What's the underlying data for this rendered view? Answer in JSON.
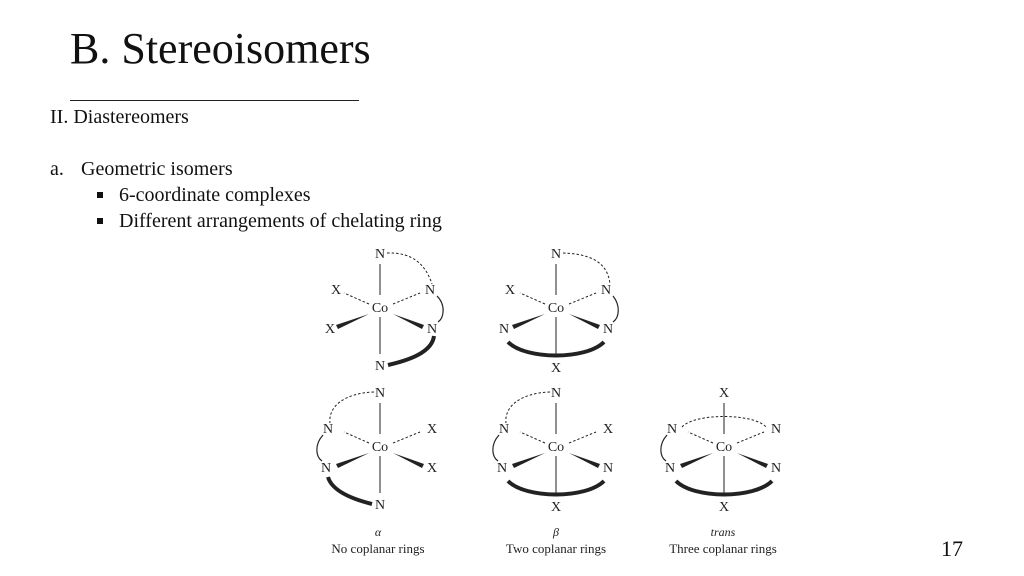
{
  "slide": {
    "title": "B. Stereoisomers",
    "section": "II. Diastereomers",
    "item": {
      "marker": "a.",
      "label": "Geometric isomers",
      "bullets": [
        "6-coordinate complexes",
        "Different arrangements of chelating ring"
      ]
    },
    "page_number": "17"
  },
  "figure": {
    "atom_labels": {
      "metal": "Co",
      "nitrogen": "N",
      "ligand": "X"
    },
    "structures": [
      {
        "symbol": "",
        "caption": ""
      },
      {
        "symbol": "",
        "caption": ""
      },
      {
        "symbol": "α",
        "caption": "No coplanar rings"
      },
      {
        "symbol": "β",
        "caption": "Two coplanar rings"
      },
      {
        "symbol": "trans",
        "caption": "Three coplanar rings"
      }
    ]
  }
}
